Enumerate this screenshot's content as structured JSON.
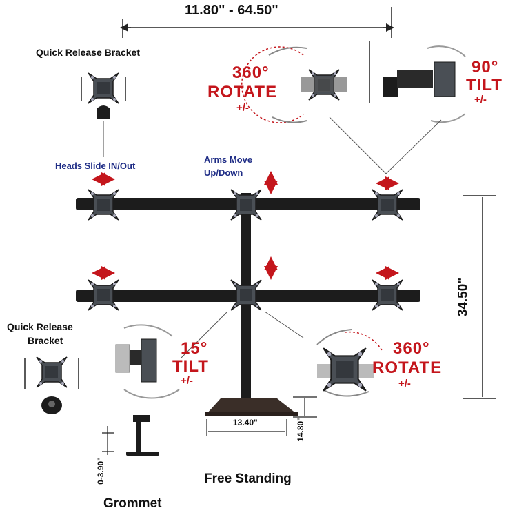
{
  "dimensions": {
    "arm_span": "11.80\" - 64.50\"",
    "height": "34.50\"",
    "base_width": "13.40\"",
    "base_depth": "14.80\"",
    "grommet_thickness": "0-3.90\""
  },
  "labels": {
    "quick_release_top": "Quick Release Bracket",
    "quick_release_bottom_line1": "Quick Release",
    "quick_release_bottom_line2": "Bracket",
    "heads_slide": "Heads Slide IN/Out",
    "arms_move_line1": "Arms Move",
    "arms_move_line2": "Up/Down",
    "free_standing": "Free Standing",
    "grommet": "Grommet"
  },
  "callouts": {
    "rotate_top": {
      "degrees": "360°",
      "action": "ROTATE",
      "sign": "+/-"
    },
    "tilt_top": {
      "degrees": "90°",
      "action": "TILT",
      "sign": "+/-"
    },
    "tilt_bottom": {
      "degrees": "15°",
      "action": "TILT",
      "sign": "+/-"
    },
    "rotate_bottom": {
      "degrees": "360°",
      "action": "ROTATE",
      "sign": "+/-"
    }
  },
  "colors": {
    "accent_red": "#c4161c",
    "label_blue": "#1f2d86",
    "mount_dark": "#1c1c1c",
    "plate_gray": "#4a4f55"
  },
  "icons": [
    "vesa-plate-icon",
    "double-arrow-icon",
    "rotate-arc-icon"
  ]
}
